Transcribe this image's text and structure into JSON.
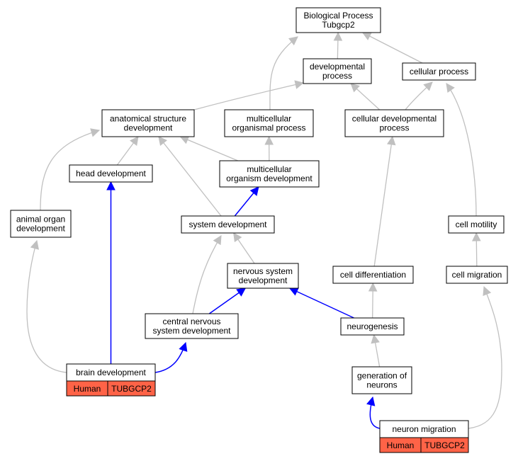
{
  "graph_title": [
    "Biological Process",
    "Tubgcp2"
  ],
  "colors": {
    "node_border": "#000000",
    "node_fill": "#ffffff",
    "edge_default": "#c0c0c0",
    "edge_highlight": "#0000ff",
    "annotation_fill": "#ff6347"
  },
  "nodes": {
    "bp": [
      "Biological Process",
      "Tubgcp2"
    ],
    "dev_process": [
      "developmental",
      "process"
    ],
    "cellular_process": [
      "cellular process"
    ],
    "anat_struct_dev": [
      "anatomical structure",
      "development"
    ],
    "multicell_org_process": [
      "multicellular",
      "organismal process"
    ],
    "cell_dev_process": [
      "cellular developmental",
      "process"
    ],
    "head_dev": [
      "head development"
    ],
    "multicell_org_dev": [
      "multicellular",
      "organism development"
    ],
    "animal_organ_dev": [
      "animal organ",
      "development"
    ],
    "system_dev": [
      "system development"
    ],
    "cell_motility": [
      "cell motility"
    ],
    "nervous_system_dev": [
      "nervous system",
      "development"
    ],
    "cell_diff": [
      "cell differentiation"
    ],
    "cell_migration": [
      "cell migration"
    ],
    "cns_dev": [
      "central nervous",
      "system development"
    ],
    "neurogenesis": [
      "neurogenesis"
    ],
    "brain_dev": [
      "brain development"
    ],
    "gen_neurons": [
      "generation of",
      "neurons"
    ],
    "neuron_migration": [
      "neuron migration"
    ]
  },
  "annotations": {
    "brain_dev": {
      "species": "Human",
      "gene": "TUBGCP2"
    },
    "neuron_migration": {
      "species": "Human",
      "gene": "TUBGCP2"
    }
  },
  "edges": [
    {
      "from": "dev_process",
      "to": "bp",
      "highlight": false
    },
    {
      "from": "cellular_process",
      "to": "bp",
      "highlight": false
    },
    {
      "from": "multicell_org_process",
      "to": "bp",
      "highlight": false
    },
    {
      "from": "anat_struct_dev",
      "to": "dev_process",
      "highlight": false
    },
    {
      "from": "cell_dev_process",
      "to": "dev_process",
      "highlight": false
    },
    {
      "from": "cell_dev_process",
      "to": "cellular_process",
      "highlight": false
    },
    {
      "from": "cell_motility",
      "to": "cellular_process",
      "highlight": false
    },
    {
      "from": "head_dev",
      "to": "anat_struct_dev",
      "highlight": false
    },
    {
      "from": "multicell_org_dev",
      "to": "anat_struct_dev",
      "highlight": false
    },
    {
      "from": "system_dev",
      "to": "anat_struct_dev",
      "highlight": false
    },
    {
      "from": "animal_organ_dev",
      "to": "anat_struct_dev",
      "highlight": false
    },
    {
      "from": "multicell_org_dev",
      "to": "multicell_org_process",
      "highlight": false
    },
    {
      "from": "cell_diff",
      "to": "cell_dev_process",
      "highlight": false
    },
    {
      "from": "system_dev",
      "to": "multicell_org_dev",
      "highlight": true
    },
    {
      "from": "nervous_system_dev",
      "to": "system_dev",
      "highlight": false
    },
    {
      "from": "cns_dev",
      "to": "system_dev",
      "highlight": false
    },
    {
      "from": "cell_migration",
      "to": "cell_motility",
      "highlight": false
    },
    {
      "from": "cns_dev",
      "to": "nervous_system_dev",
      "highlight": true
    },
    {
      "from": "neurogenesis",
      "to": "nervous_system_dev",
      "highlight": true
    },
    {
      "from": "neurogenesis",
      "to": "cell_diff",
      "highlight": false
    },
    {
      "from": "brain_dev",
      "to": "cns_dev",
      "highlight": true
    },
    {
      "from": "brain_dev",
      "to": "head_dev",
      "highlight": true
    },
    {
      "from": "brain_dev",
      "to": "animal_organ_dev",
      "highlight": false
    },
    {
      "from": "gen_neurons",
      "to": "neurogenesis",
      "highlight": false
    },
    {
      "from": "neuron_migration",
      "to": "gen_neurons",
      "highlight": true
    },
    {
      "from": "neuron_migration",
      "to": "cell_migration",
      "highlight": false
    }
  ]
}
